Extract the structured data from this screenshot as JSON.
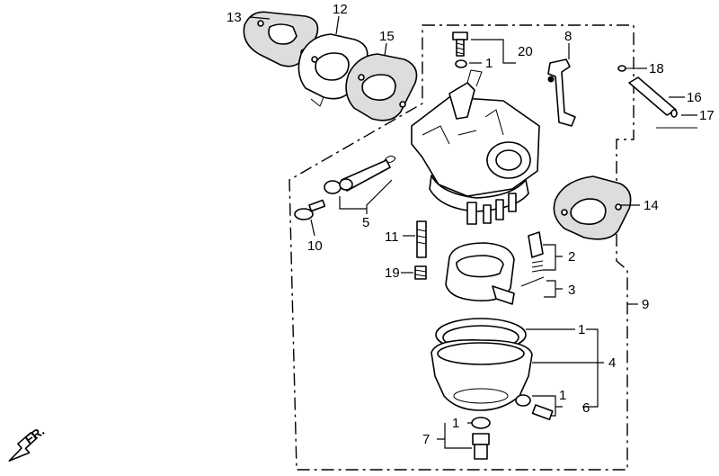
{
  "labels": {
    "l1a": "1",
    "l1b": "1",
    "l1c": "1",
    "l1d": "1",
    "l2": "2",
    "l3": "3",
    "l4": "4",
    "l5": "5",
    "l6": "6",
    "l7": "7",
    "l8": "8",
    "l9": "9",
    "l10": "10",
    "l11": "11",
    "l12": "12",
    "l13": "13",
    "l14": "14",
    "l15": "15",
    "l16": "16",
    "l17": "17",
    "l18": "18",
    "l19": "19",
    "l20": "20"
  },
  "direction_marker": {
    "label": "FR.",
    "icon": "front-arrow-icon"
  },
  "colors": {
    "ink": "#000000",
    "paper": "#ffffff"
  }
}
